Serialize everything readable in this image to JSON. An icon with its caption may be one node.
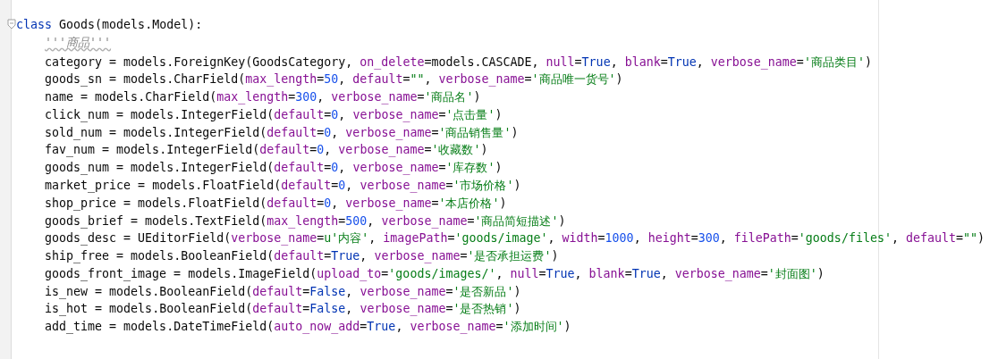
{
  "diagram": {
    "labels": [
      "class Goods(models.Model):",
      "'''商品'''",
      "category = models.ForeignKey(GoodsCategory, on_delete=models.CASCADE, null=True, blank=True, verbose_name='商品类目')",
      "goods_sn = models.CharField(max_length=50, default=\"\", verbose_name='商品唯一货号')",
      "name = models.CharField(max_length=300, verbose_name='商品名')",
      "click_num = models.IntegerField(default=0, verbose_name='点击量')",
      "sold_num = models.IntegerField(default=0, verbose_name='商品销售量')",
      "fav_num = models.IntegerField(default=0, verbose_name='收藏数')",
      "goods_num = models.IntegerField(default=0, verbose_name='库存数')",
      "market_price = models.FloatField(default=0, verbose_name='市场价格')",
      "shop_price = models.FloatField(default=0, verbose_name='本店价格')",
      "goods_brief = models.TextField(max_length=500, verbose_name='商品简短描述')",
      "goods_desc = UEditorField(verbose_name=u'内容', imagePath='goods/image', width=1000, height=300, filePath='goods/files', default=\"\")",
      "ship_free = models.BooleanField(default=True, verbose_name='是否承担运费')",
      "goods_front_image = models.ImageField(upload_to='goods/images/', null=True, blank=True, verbose_name='封面图')",
      "is_new = models.BooleanField(default=False, verbose_name='是否新品')",
      "is_hot = models.BooleanField(default=False, verbose_name='是否热销')",
      "add_time = models.DateTimeField(auto_now_add=True, verbose_name='添加时间')"
    ]
  }
}
